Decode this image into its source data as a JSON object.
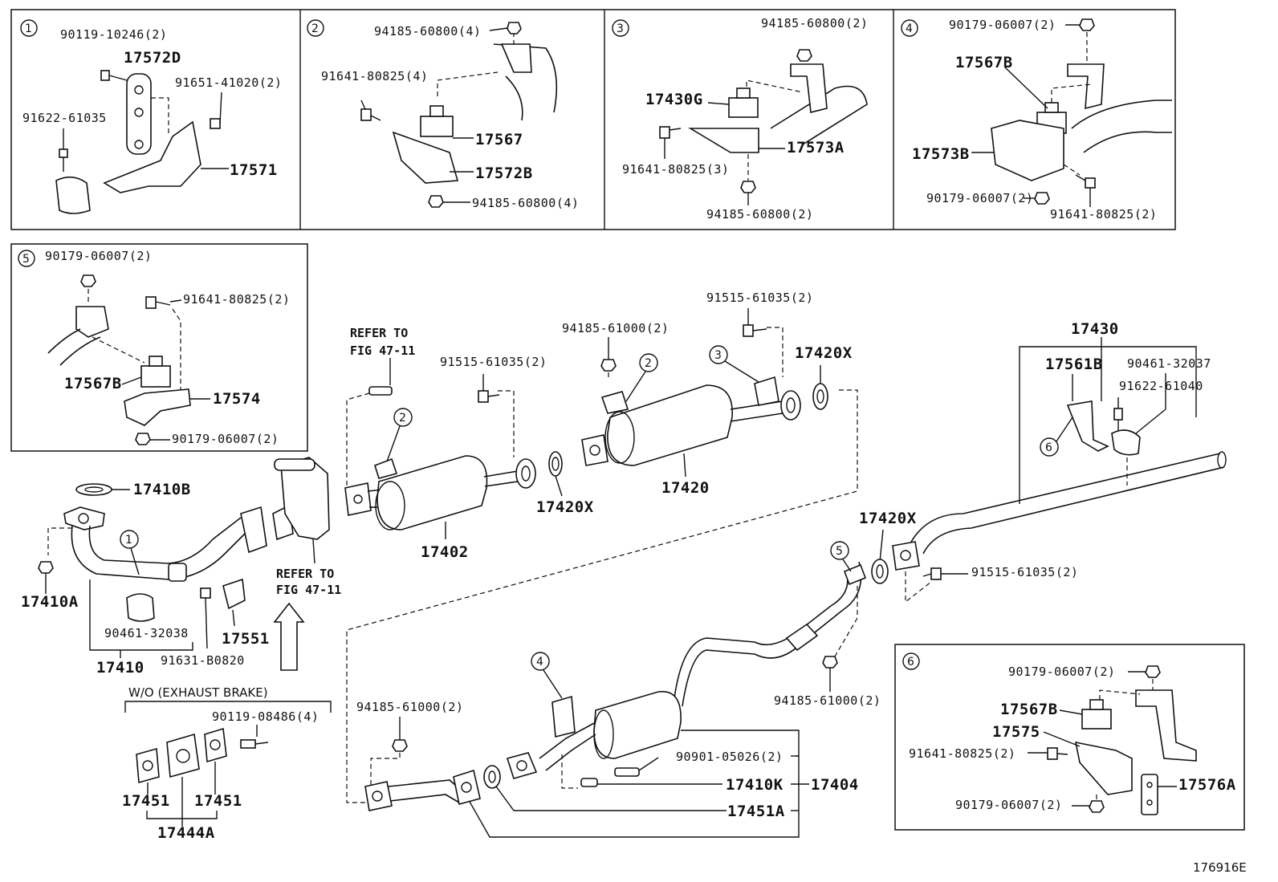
{
  "figure_id": "176916E",
  "panels": {
    "p1": {
      "num": "1",
      "labels": [
        "90119-10246(2)",
        "17572D",
        "91651-41020(2)",
        "91622-61035",
        "17571"
      ]
    },
    "p2": {
      "num": "2",
      "labels": [
        "94185-60800(4)",
        "91641-80825(4)",
        "17567",
        "17572B",
        "94185-60800(4)"
      ]
    },
    "p3": {
      "num": "3",
      "labels": [
        "94185-60800(2)",
        "17430G",
        "17573A",
        "91641-80825(3)",
        "94185-60800(2)"
      ]
    },
    "p4": {
      "num": "4",
      "labels": [
        "90179-06007(2)",
        "17567B",
        "17573B",
        "90179-06007(2)",
        "91641-80825(2)"
      ]
    },
    "p5": {
      "num": "5",
      "labels": [
        "90179-06007(2)",
        "91641-80825(2)",
        "17567B",
        "17574",
        "90179-06007(2)"
      ]
    },
    "p6": {
      "num": "6",
      "labels": [
        "90179-06007(2)",
        "17567B",
        "17575",
        "91641-80825(2)",
        "17576A",
        "90179-06007(2)"
      ]
    }
  },
  "main": {
    "labels": {
      "p17410B": "17410B",
      "p17410A": "17410A",
      "p90461_32038": "90461-32038",
      "p17410": "17410",
      "p91631": "91631-B0820",
      "p17551": "17551",
      "refer1a": "REFER TO",
      "refer1b": "FIG 47-11",
      "refer2a": "REFER TO",
      "refer2b": "FIG 47-11",
      "p17402": "17402",
      "p91515a": "91515-61035(2)",
      "p17420Xa": "17420X",
      "p94185a": "94185-61000(2)",
      "p91515b": "91515-61035(2)",
      "p17420Xb": "17420X",
      "p17420": "17420",
      "p17430": "17430",
      "p17561B": "17561B",
      "p90461_32037": "90461-32037",
      "p91622_61040": "91622-61040",
      "p17420Xc": "17420X",
      "p91515c": "91515-61035(2)",
      "p94185b": "94185-61000(2)",
      "p94185c": "94185-61000(2)",
      "p90901": "90901-05026(2)",
      "p17410K": "17410K",
      "p17404": "17404",
      "p17451A": "17451A",
      "wo": "W/O (EXHAUST BRAKE)",
      "p90119_08486": "90119-08486(4)",
      "p17451a": "17451",
      "p17451b": "17451",
      "p17444A": "17444A"
    },
    "callouts": [
      "1",
      "2",
      "2",
      "3",
      "4",
      "5",
      "6"
    ]
  }
}
